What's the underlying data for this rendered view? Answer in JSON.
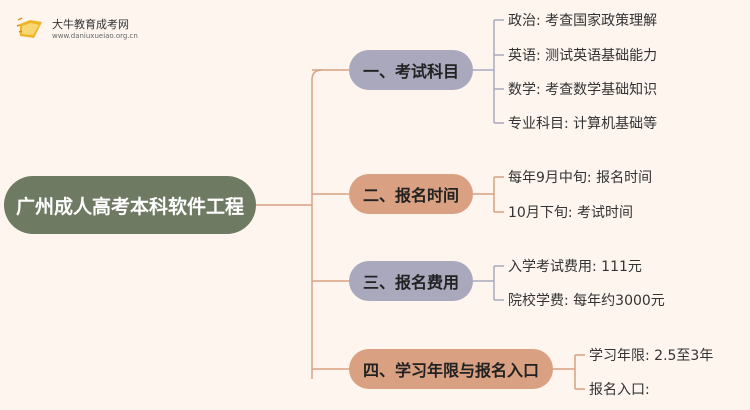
{
  "logo": {
    "name": "大牛教育成考网",
    "url": "www.daniuxueiao.org.cn"
  },
  "root": "广州成人高考本科软件工程",
  "branches": [
    {
      "label": "一、考试科目",
      "leaves": [
        "政治: 考查国家政策理解",
        "英语: 测试英语基础能力",
        "数学: 考查数学基础知识",
        "专业科目: 计算机基础等"
      ]
    },
    {
      "label": "二、报名时间",
      "leaves": [
        "每年9月中旬: 报名时间",
        "10月下旬: 考试时间"
      ]
    },
    {
      "label": "三、报名费用",
      "leaves": [
        "入学考试费用: 111元",
        "院校学费: 每年约3000元"
      ]
    },
    {
      "label": "四、学习年限与报名入口",
      "leaves": [
        "学习年限: 2.5至3年",
        "报名入口:"
      ]
    }
  ],
  "colors": {
    "root": "#6f7a62",
    "branch_purple": "#a9a8bd",
    "branch_orange": "#d9a182",
    "background": "#fdf5ee"
  }
}
